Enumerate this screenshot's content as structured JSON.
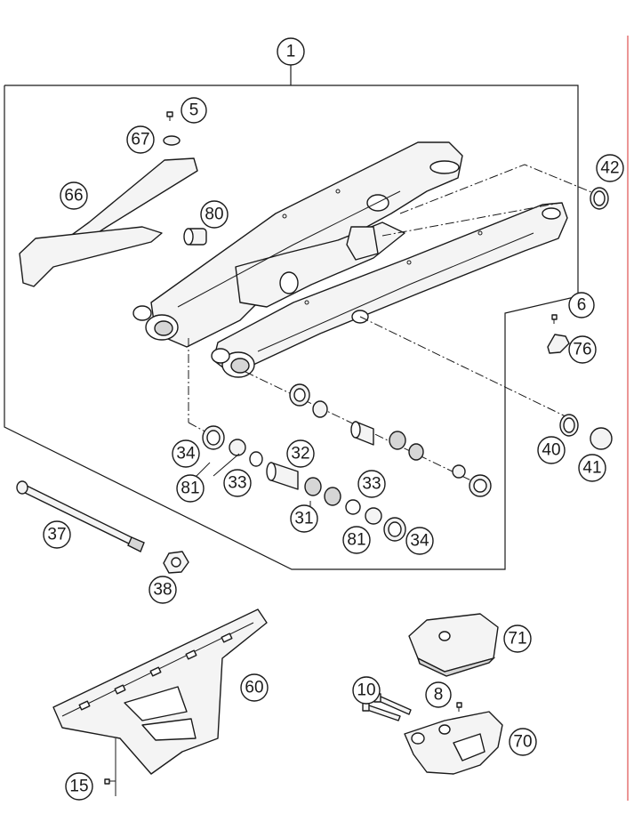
{
  "diagram": {
    "assembly_callout": "1",
    "accent_line_color": "#e05050",
    "callouts": [
      {
        "id": "c5",
        "label": "5"
      },
      {
        "id": "c67",
        "label": "67"
      },
      {
        "id": "c66",
        "label": "66"
      },
      {
        "id": "c80",
        "label": "80"
      },
      {
        "id": "c42",
        "label": "42"
      },
      {
        "id": "c6",
        "label": "6"
      },
      {
        "id": "c76",
        "label": "76"
      },
      {
        "id": "c40",
        "label": "40"
      },
      {
        "id": "c41",
        "label": "41"
      },
      {
        "id": "c34a",
        "label": "34"
      },
      {
        "id": "c81a",
        "label": "81"
      },
      {
        "id": "c33a",
        "label": "33"
      },
      {
        "id": "c32",
        "label": "32"
      },
      {
        "id": "c33b",
        "label": "33"
      },
      {
        "id": "c31",
        "label": "31"
      },
      {
        "id": "c81b",
        "label": "81"
      },
      {
        "id": "c34b",
        "label": "34"
      },
      {
        "id": "c37",
        "label": "37"
      },
      {
        "id": "c38",
        "label": "38"
      },
      {
        "id": "c60",
        "label": "60"
      },
      {
        "id": "c71",
        "label": "71"
      },
      {
        "id": "c10",
        "label": "10"
      },
      {
        "id": "c8",
        "label": "8"
      },
      {
        "id": "c70",
        "label": "70"
      },
      {
        "id": "c15",
        "label": "15"
      }
    ]
  }
}
